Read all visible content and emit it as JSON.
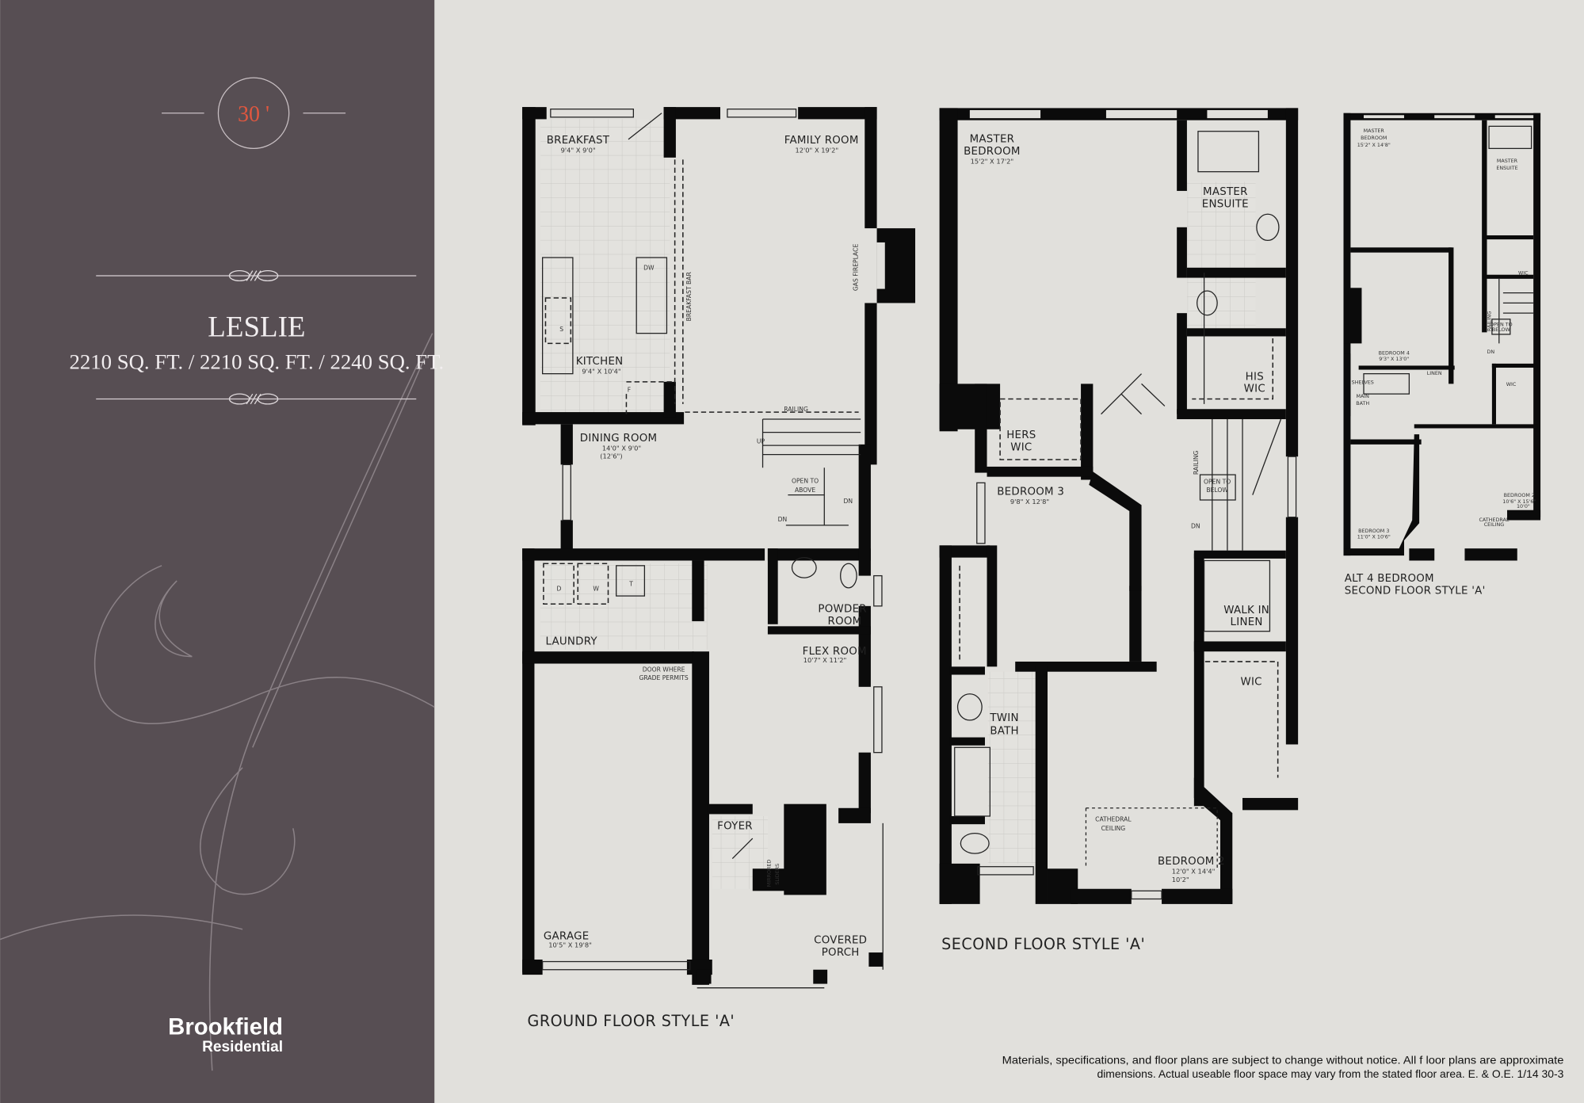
{
  "brand": {
    "lot_width": "30 '",
    "model_name": "LESLIE",
    "square_footage": "2210 SQ. FT. / 2210 SQ. FT. / 2240 SQ. FT.",
    "logo_line1": "Brookfield",
    "logo_line2": "Residential",
    "panel_color": "#574e53",
    "accent_color": "#e0573f"
  },
  "ground_floor": {
    "title": "GROUND FLOOR STYLE 'A'",
    "rooms": {
      "breakfast": {
        "name": "BREAKFAST",
        "size": "9'4\" X 9'0\""
      },
      "family_room": {
        "name": "FAMILY ROOM",
        "size": "12'0\" X 19'2\""
      },
      "kitchen": {
        "name": "KITCHEN",
        "size": "9'4\" X 10'4\""
      },
      "dining_room": {
        "name": "DINING ROOM",
        "size": "14'0\" X 9'0\"",
        "size_alt": "(12'6\")"
      },
      "laundry": {
        "name": "LAUNDRY"
      },
      "powder_room": {
        "name_1": "POWDER",
        "name_2": "ROOM"
      },
      "flex_room": {
        "name": "FLEX ROOM",
        "size": "10'7\" X 11'2\""
      },
      "foyer": {
        "name": "FOYER"
      },
      "garage": {
        "name": "GARAGE",
        "size": "10'5\" X 19'8\""
      },
      "covered_porch": {
        "name_1": "COVERED",
        "name_2": "PORCH"
      }
    },
    "notes": {
      "dw": "DW",
      "s": "S",
      "f": "F",
      "d": "D",
      "w": "W",
      "t": "T",
      "breakfast_bar": "BREAKFAST BAR",
      "gas_fireplace": "GAS FIREPLACE",
      "railing": "RAILING",
      "up": "UP",
      "dn": "DN",
      "dn2": "DN",
      "open_to_above_1": "OPEN TO",
      "open_to_above_2": "ABOVE",
      "door_grade_1": "DOOR WHERE",
      "door_grade_2": "GRADE PERMITS",
      "mirrored_sliders_1": "MIRRORED",
      "mirrored_sliders_2": "SLIDERS"
    }
  },
  "second_floor": {
    "title": "SECOND FLOOR STYLE 'A'",
    "rooms": {
      "master_bedroom": {
        "name_1": "MASTER",
        "name_2": "BEDROOM",
        "size": "15'2\" X 17'2\""
      },
      "master_ensuite": {
        "name_1": "MASTER",
        "name_2": "ENSUITE"
      },
      "his_wic": {
        "name_1": "HIS",
        "name_2": "WIC"
      },
      "hers_wic": {
        "name_1": "HERS",
        "name_2": "WIC"
      },
      "bedroom_3": {
        "name": "BEDROOM 3",
        "size": "9'8\" X 12'8\""
      },
      "walk_in_linen": {
        "name_1": "WALK IN",
        "name_2": "LINEN"
      },
      "wic": {
        "name": "WIC"
      },
      "twin_bath": {
        "name_1": "TWIN",
        "name_2": "BATH"
      },
      "bedroom_2": {
        "name": "BEDROOM 2",
        "size": "12'0\" X 14'4\"",
        "size_alt": "10'2\""
      }
    },
    "notes": {
      "railing": "RAILING",
      "open_to_below_1": "OPEN TO",
      "open_to_below_2": "BELOW",
      "dn": "DN",
      "cathedral_1": "CATHEDRAL",
      "cathedral_2": "CEILING"
    }
  },
  "alt_floor": {
    "title_1": "ALT 4 BEDROOM",
    "title_2": "SECOND FLOOR STYLE 'A'",
    "rooms": {
      "master_bedroom": {
        "name_1": "MASTER",
        "name_2": "BEDROOM",
        "size": "15'2\" X 14'8\""
      },
      "master_ensuite": {
        "name_1": "MASTER",
        "name_2": "ENSUITE"
      },
      "wic_1": "WIC",
      "bedroom_4": {
        "name": "BEDROOM 4",
        "size": "9'3\" X 13'0\""
      },
      "linen": "LINEN",
      "shelves": "SHELVES",
      "main_bath": {
        "name_1": "MAIN",
        "name_2": "BATH"
      },
      "wic_2": "WIC",
      "bedroom_3": {
        "name": "BEDROOM 3",
        "size": "11'0\" X 10'6\""
      },
      "bedroom_2": {
        "name": "BEDROOM 2",
        "size": "10'6\" X 15'6\"",
        "size_alt": "10'0\""
      },
      "cathedral_1": "CATHEDRAL",
      "cathedral_2": "CEILING",
      "open_to_below_1": "OPEN TO",
      "open_to_below_2": "BELOW",
      "railing": "RAILING",
      "dn": "DN"
    }
  },
  "disclaimer": {
    "line1": "Materials, specifications, and floor plans are subject to change without notice. All f loor plans are approximate",
    "line2": "dimensions. Actual useable floor space may vary from the stated floor area. E. & O.E. 1/14 30-3"
  }
}
